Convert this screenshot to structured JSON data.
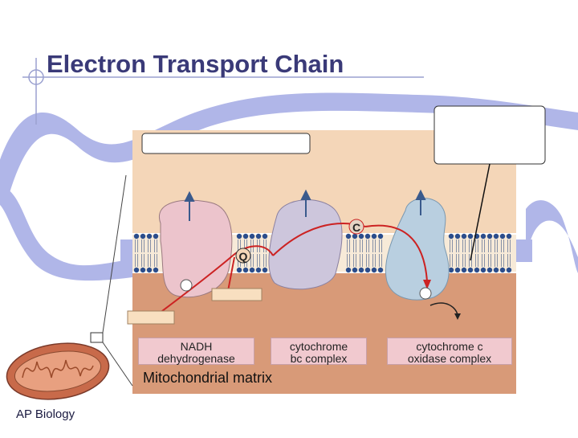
{
  "title": "Electron Transport Chain",
  "footer": "AP Biology",
  "labels": {
    "q": "Q",
    "c": "C",
    "complex1_line1": "NADH",
    "complex1_line2": "dehydrogenase",
    "complex3_line1": "cytochrome",
    "complex3_line2": "bc complex",
    "complex4_line1": "cytochrome c",
    "complex4_line2": "oxidase complex",
    "matrix": "Mitochondrial matrix"
  },
  "colors": {
    "intermembrane_space": "#f4d6b8",
    "matrix": "#d89a78",
    "membrane_heads": "#2b4d8c",
    "complex1": "#ecc4cc",
    "complex3": "#cdc6dc",
    "complex4": "#b9cfe0",
    "electron_path": "#cc2222",
    "slide_band": "#b0b6e8",
    "title": "#3a3a78",
    "label_box": "#f1c9cf"
  }
}
